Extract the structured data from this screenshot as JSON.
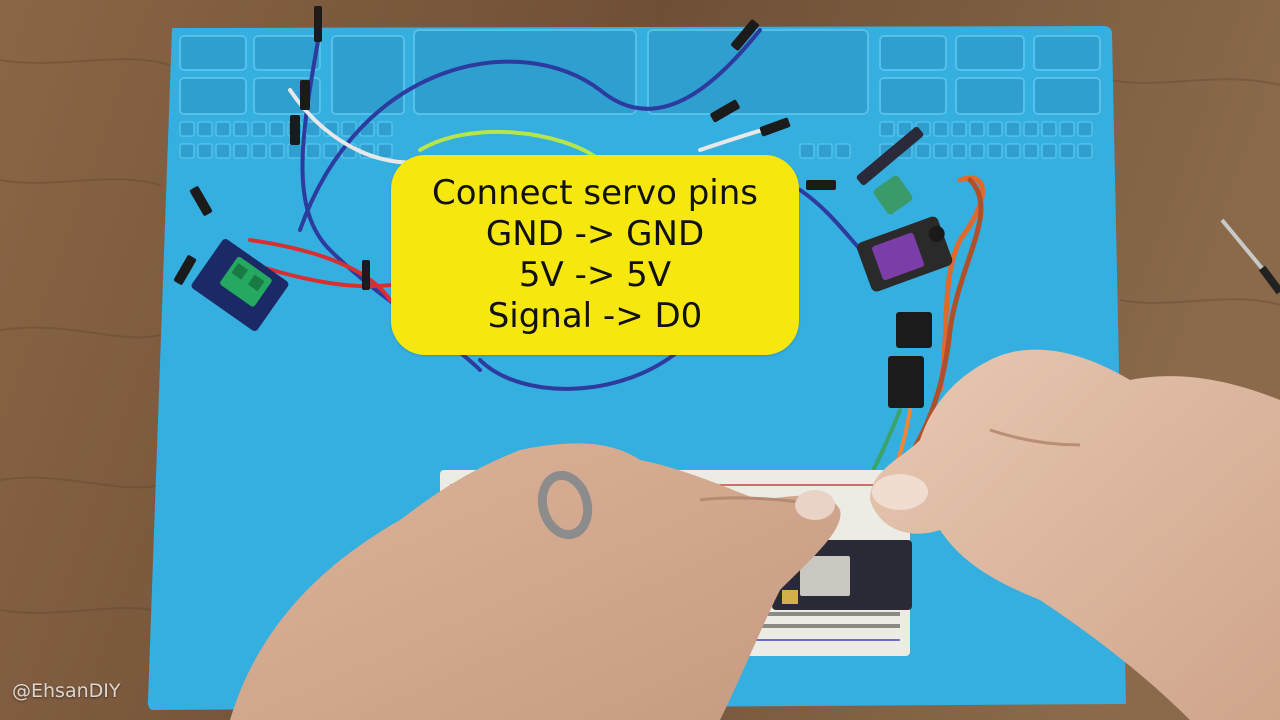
{
  "caption": {
    "lines": [
      "Connect servo pins",
      "GND -> GND",
      "5V -> 5V",
      "Signal -> D0"
    ]
  },
  "watermark": {
    "text": "@EhsanDIY"
  },
  "colors": {
    "desk": "#7d5a3e",
    "mat": "#35aee0",
    "caption_bg": "#f6e70e",
    "caption_text": "#111111"
  }
}
